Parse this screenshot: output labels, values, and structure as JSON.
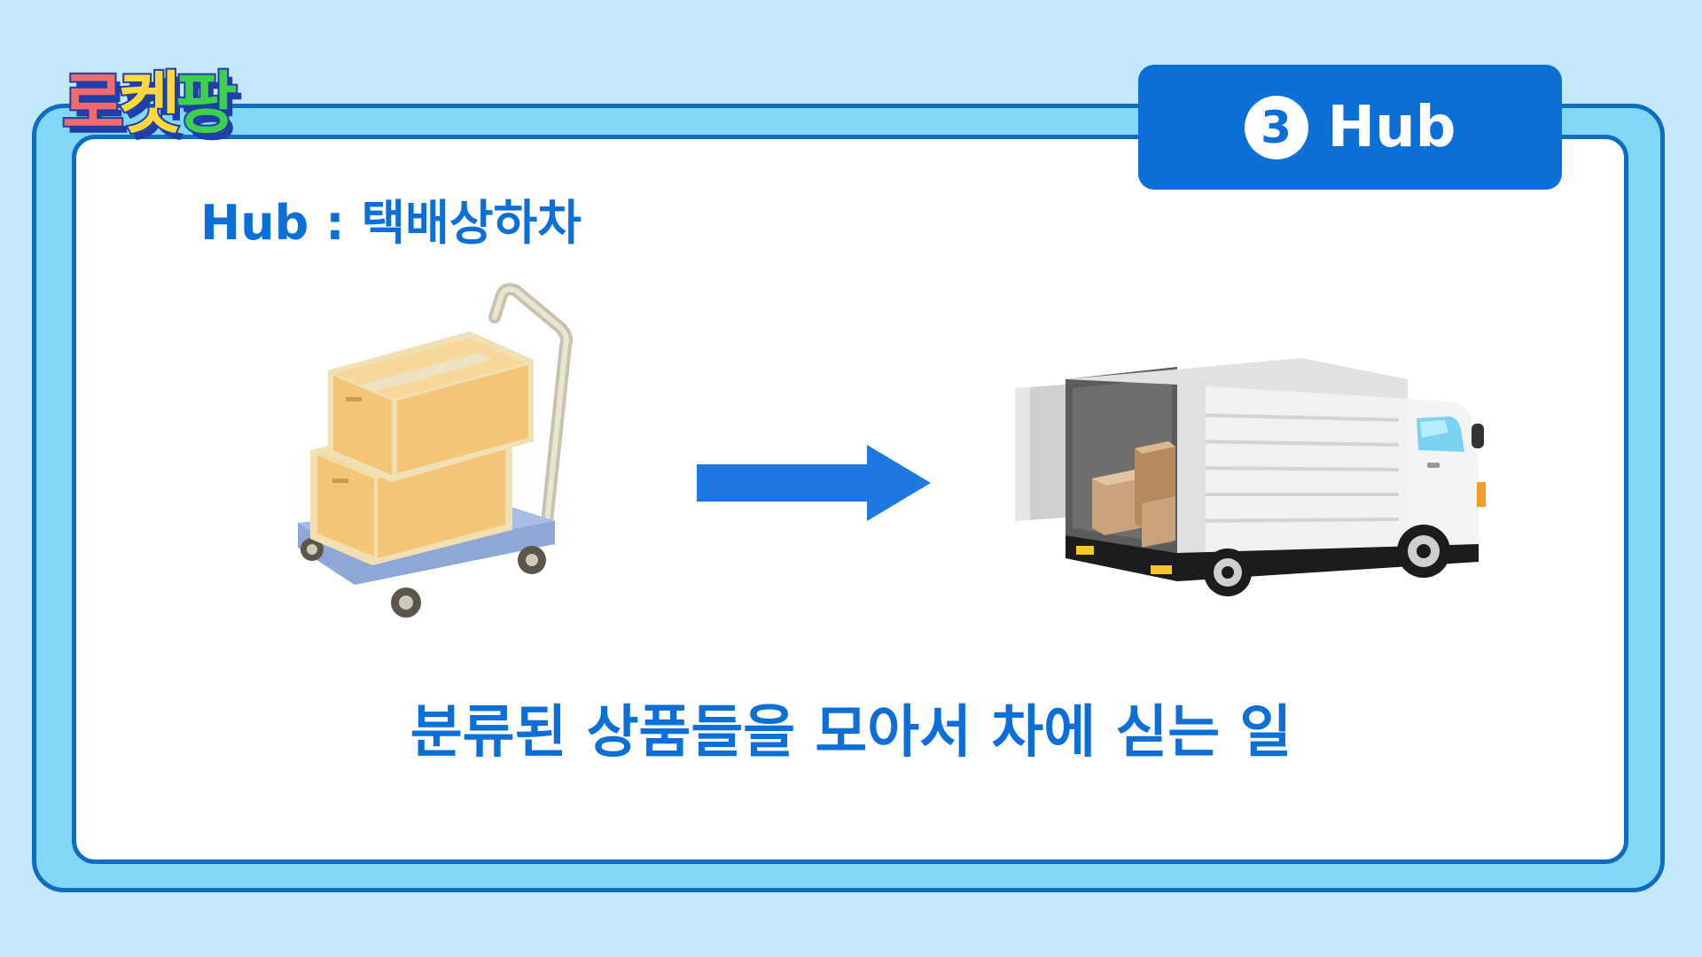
{
  "logo": {
    "chars": [
      "로",
      "켓",
      "팡"
    ]
  },
  "badge": {
    "number": "3",
    "label": "Hub"
  },
  "subtitle": "Hub : 택배상하차",
  "caption": "분류된 상품들을 모아서 차에 싣는 일",
  "colors": {
    "primary": "#0c6fd8",
    "frame": "#82d6f6",
    "border": "#0f6cc0",
    "background": "#c4e8fb"
  },
  "illustrations": {
    "left": "hand-truck-with-boxes-icon",
    "middle": "right-arrow-icon",
    "right": "delivery-truck-icon"
  }
}
